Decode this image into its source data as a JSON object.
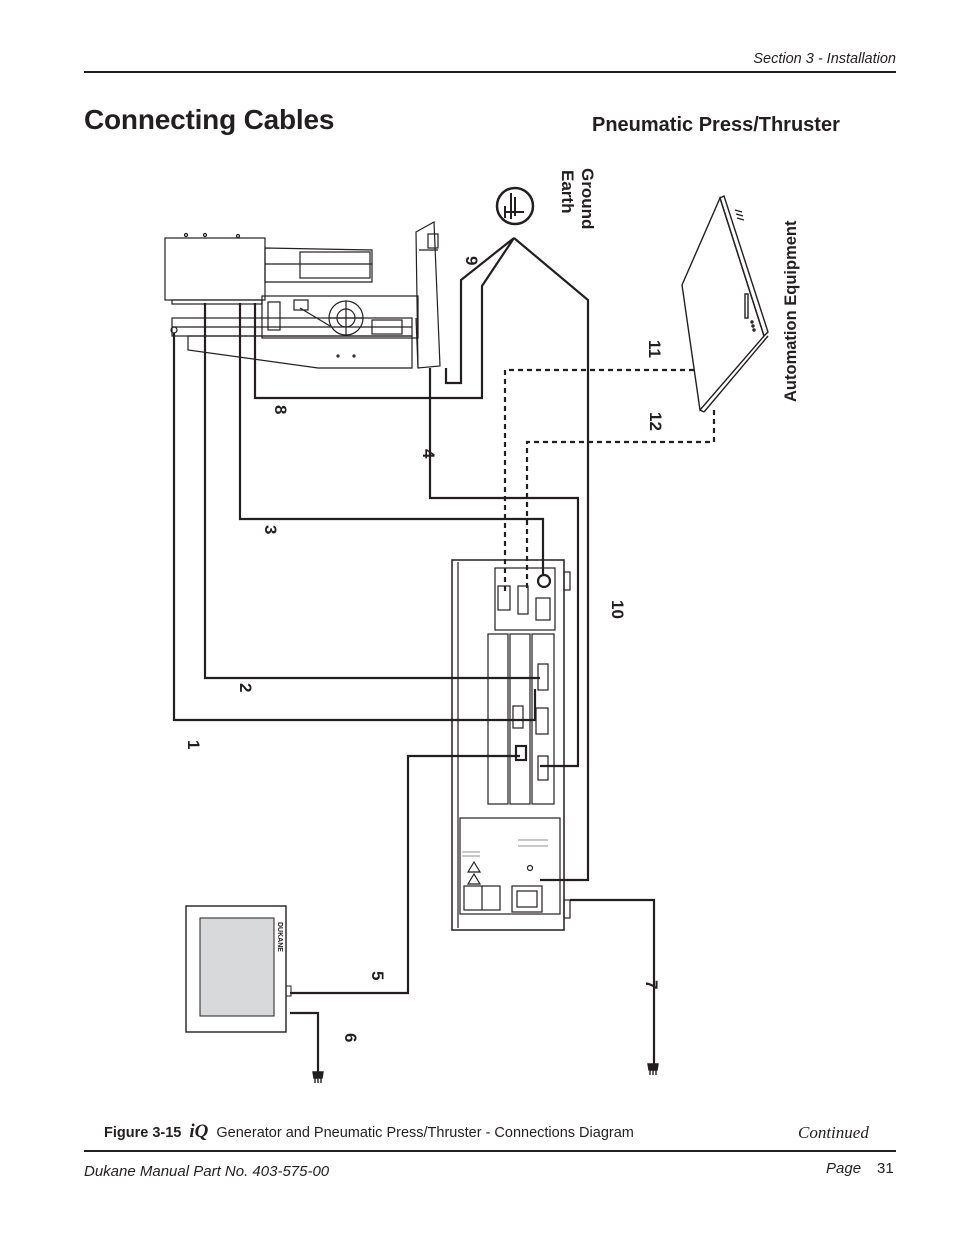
{
  "header": {
    "section": "Section 3 - Installation"
  },
  "title": "Connecting Cables",
  "subtitle": "Pneumatic Press/Thruster",
  "diagram": {
    "earth_ground": [
      "Earth",
      "Ground"
    ],
    "automation_equipment": "Automation Equipment",
    "monitor_brand": "DUKANE",
    "cable_numbers": [
      "1",
      "2",
      "3",
      "4",
      "5",
      "6",
      "7",
      "8",
      "9",
      "10",
      "11",
      "12"
    ]
  },
  "caption": {
    "figure": "Figure 3-15",
    "product": "iQ",
    "text": "Generator and Pneumatic Press/Thruster - Connections Diagram",
    "continued": "Continued"
  },
  "footer": {
    "part_number": "Dukane Manual Part No. 403-575-00",
    "page_label": "Page",
    "page_number": "31"
  }
}
